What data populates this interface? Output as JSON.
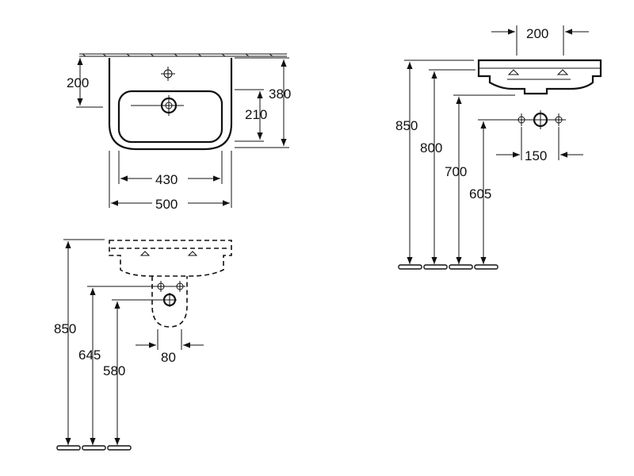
{
  "top_view": {
    "dim_width_outer": "500",
    "dim_width_inner": "430",
    "dim_depth": "380",
    "dim_tap_from_wall": "200",
    "dim_waste_from_wall": "210"
  },
  "side_view": {
    "dim_tap_spacing": "200",
    "dim_rim_height": "850",
    "dim_underside_height": "800",
    "dim_waste_height": "700",
    "dim_supply_height": "605",
    "dim_supply_spacing": "150"
  },
  "front_view": {
    "dim_rim_height": "850",
    "dim_supply_height": "645",
    "dim_waste_height": "580",
    "dim_pedestal_spacing": "80"
  }
}
